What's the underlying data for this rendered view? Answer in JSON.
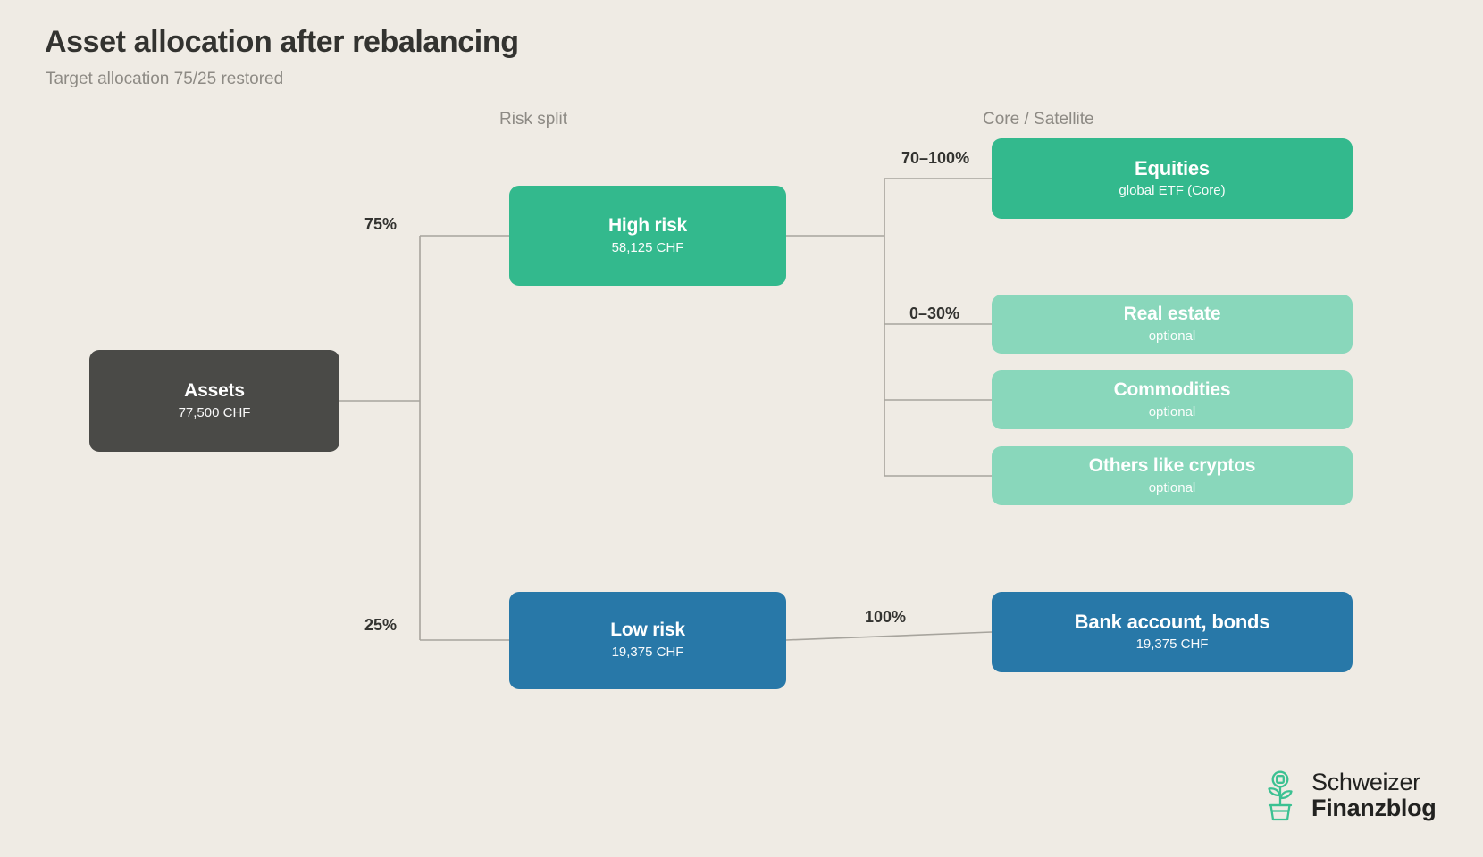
{
  "header": {
    "title": "Asset allocation after rebalancing",
    "subtitle": "Target allocation 75/25 restored"
  },
  "columns": {
    "risk_split": "Risk split",
    "core_satellite": "Core / Satellite"
  },
  "nodes": {
    "assets": {
      "title": "Assets",
      "sub": "77,500 CHF"
    },
    "high": {
      "title": "High risk",
      "sub": "58,125 CHF"
    },
    "low": {
      "title": "Low risk",
      "sub": "19,375 CHF"
    },
    "equities": {
      "title": "Equities",
      "sub": "global ETF (Core)"
    },
    "realest": {
      "title": "Real estate",
      "sub": "optional"
    },
    "commod": {
      "title": "Commodities",
      "sub": "optional"
    },
    "others": {
      "title": "Others like cryptos",
      "sub": "optional"
    },
    "bank": {
      "title": "Bank account, bonds",
      "sub": "19,375 CHF"
    }
  },
  "edges": {
    "assets_to_high": "75%",
    "assets_to_low": "25%",
    "high_to_equities": "70–100%",
    "high_to_satellites": "0–30%",
    "low_to_bank": "100%"
  },
  "logo": {
    "line1": "Schweizer",
    "line2": "Finanzblog"
  },
  "colors": {
    "background": "#efebe4",
    "dark": "#4a4a47",
    "green": "#33b98d",
    "green_light": "#89d7bb",
    "blue": "#2878a8",
    "line": "#a7a49d",
    "muted_text": "#8d8a84",
    "title_text": "#333330"
  }
}
